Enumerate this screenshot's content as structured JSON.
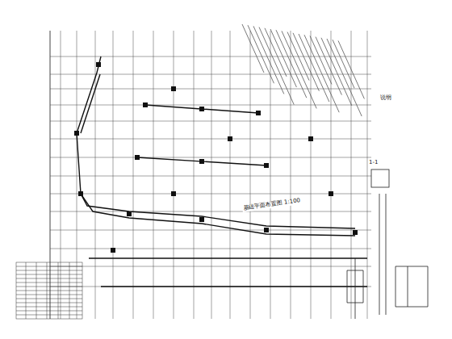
{
  "diagram": {
    "labels": [
      "说明",
      "基础平面布置图 1:100",
      "1-1"
    ]
  }
}
